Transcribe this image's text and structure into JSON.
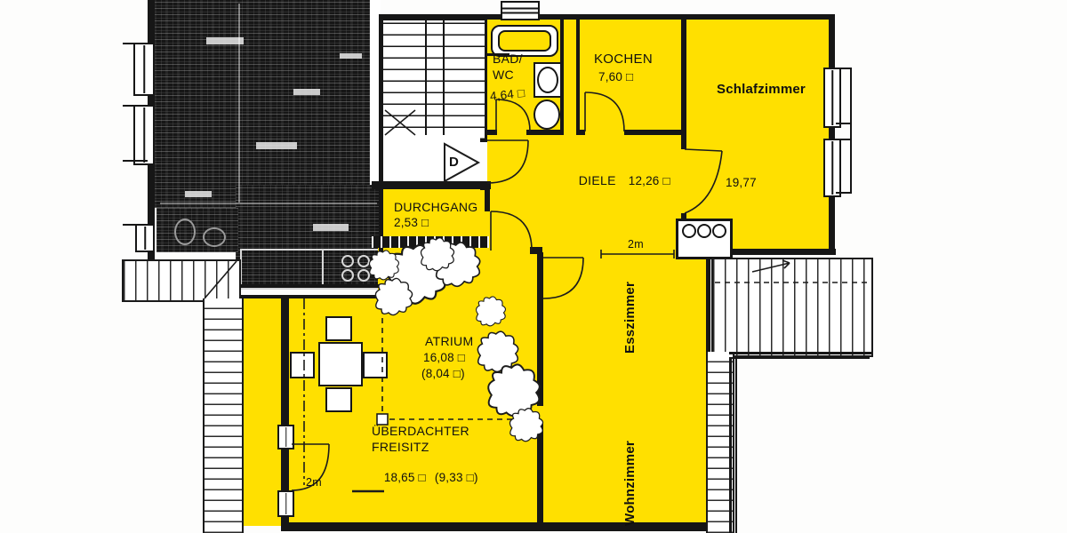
{
  "colors": {
    "highlight": "#ffe000",
    "line": "#161616"
  },
  "rooms": {
    "bad_wc": {
      "label_1": "BAD/",
      "label_2": "WC",
      "area": "4,64 □"
    },
    "kochen": {
      "label": "KOCHEN",
      "area": "7,60 □"
    },
    "schlafzimmer": {
      "label": "Schlafzimmer",
      "area": "19,77"
    },
    "diele": {
      "label": "DIELE",
      "area": "12,26 □"
    },
    "durchgang": {
      "label": "DURCHGANG",
      "area": "2,53 □"
    },
    "atrium": {
      "label": "ATRIUM",
      "area": "16,08 □",
      "area_secondary": "(8,04 □)"
    },
    "freisitz": {
      "label_1": "ÜBERDACHTER",
      "label_2": "FREISITZ",
      "area": "18,65 □",
      "area_secondary": "(9,33 □)"
    },
    "esszimmer": {
      "label": "Esszimmer"
    },
    "wohnzimmer": {
      "label": "Wohnzimmer"
    }
  },
  "annotations": {
    "level_marker": "D",
    "dim_terrace": "2m",
    "dim_door": "2m"
  }
}
